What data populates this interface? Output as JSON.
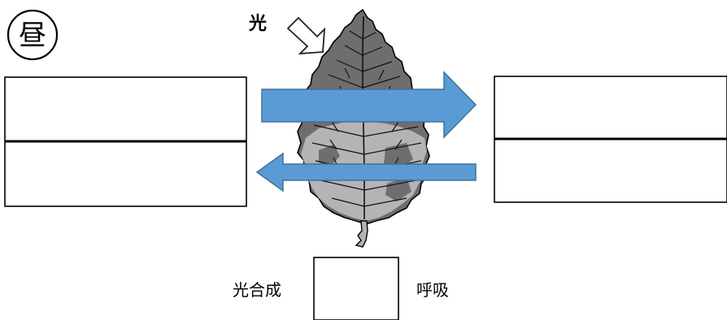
{
  "time_label": "昼",
  "light_label": "光",
  "bottom_labels": {
    "left": "光合成",
    "right": "呼吸"
  },
  "colors": {
    "arrow": "#5B9BD5",
    "arrow_stroke": "#41719C",
    "leaf_dark": "#6E6E6E",
    "leaf_light": "#B4B4B4"
  },
  "icons": {
    "light_arrow": "hollow-arrow-down-right-icon",
    "leaf": "leaf-icon"
  }
}
